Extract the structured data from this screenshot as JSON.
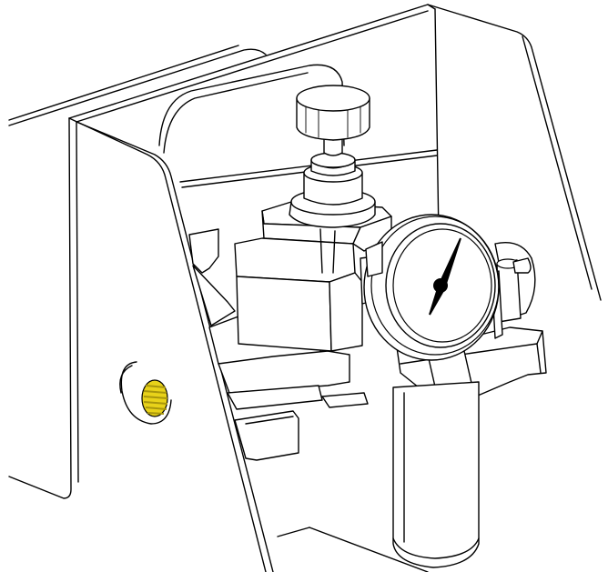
{
  "colors": {
    "line": "#000000",
    "background": "#ffffff",
    "brass_fitting": "#e8d21a",
    "brass_thread": "#a8960c"
  },
  "parts": {
    "enclosure_bracket": "enclosure-bracket",
    "regulator_knob": "adjustment-knob",
    "regulator_body": "regulator-body",
    "pressure_gauge": "pressure-gauge",
    "filter_bowl": "filter-bowl",
    "threaded_port": "threaded-brass-port"
  }
}
